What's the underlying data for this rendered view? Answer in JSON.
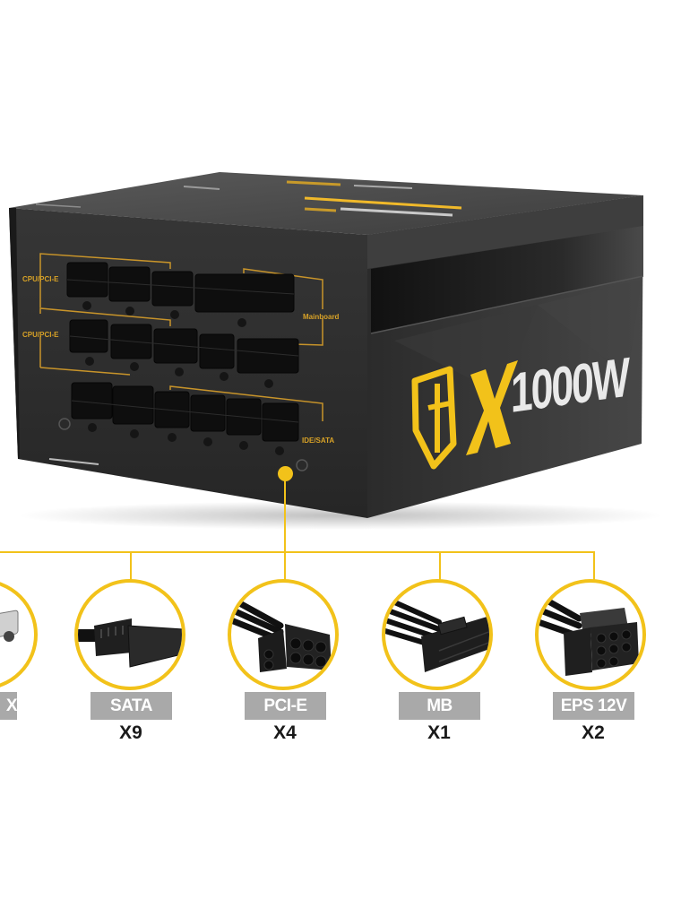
{
  "product": {
    "brand_mark": "X",
    "model": "1000W",
    "psu_port_labels": [
      "CPU/PCI-E",
      "CPU/PCI-E",
      "Mainboard",
      "IDE/SATA"
    ]
  },
  "colors": {
    "accent_yellow": "#f2c21a",
    "label_gray": "#a9a9a9",
    "psu_body": "#2e2e2e",
    "psu_label_gold": "#d8a227"
  },
  "connectors": [
    {
      "name": "Molex",
      "label": "X",
      "count": ""
    },
    {
      "name": "SATA",
      "label": "SATA",
      "count": "X9"
    },
    {
      "name": "PCI-E",
      "label": "PCI-E",
      "count": "X4"
    },
    {
      "name": "MB",
      "label": "MB",
      "count": "X1"
    },
    {
      "name": "EPS 12V",
      "label": "EPS 12V",
      "count": "X2"
    }
  ]
}
